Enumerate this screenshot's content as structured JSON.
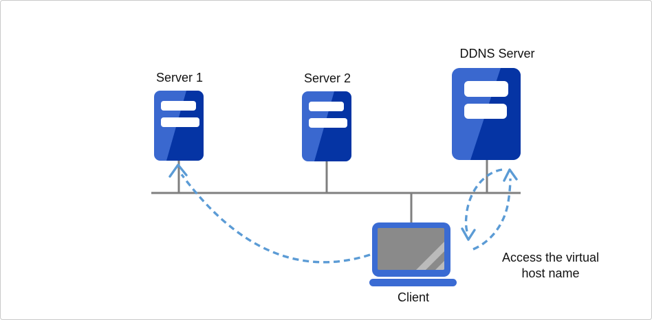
{
  "diagram": {
    "nodes": {
      "server1": {
        "label": "Server 1"
      },
      "server2": {
        "label": "Server 2"
      },
      "ddns_server": {
        "label": "DDNS Server"
      },
      "client": {
        "label": "Client"
      }
    },
    "annotation": {
      "text": "Access the virtual host name"
    },
    "icon_names": {
      "server": "server-icon",
      "client": "laptop-icon"
    },
    "colors": {
      "server_light": "#3A68CF",
      "server_dark": "#0534A4",
      "laptop_blue": "#3A6BD3",
      "screen_gray": "#8A8A8A",
      "screen_stripe": "#BBBBBB",
      "line_gray": "#7F7F7F",
      "arrow_blue": "#5B9BD5",
      "label_color": "#111111",
      "border_gray": "#C9C9C9"
    }
  }
}
